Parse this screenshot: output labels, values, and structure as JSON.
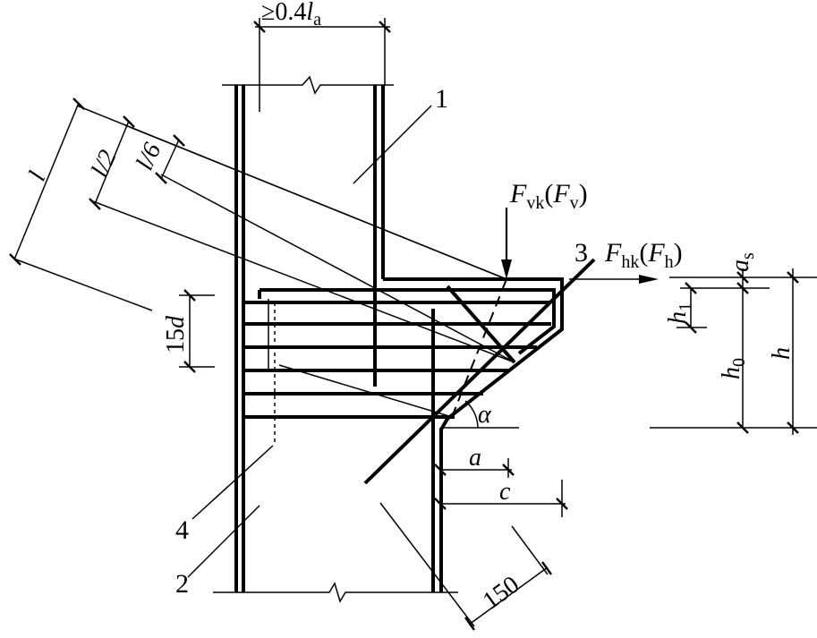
{
  "labels": {
    "callout_1": "1",
    "callout_2": "2",
    "callout_3": "3",
    "callout_4": "4"
  },
  "dimensions": {
    "anchor_prefix": "≥0.4",
    "anchor_var": "l",
    "anchor_sub": "a",
    "l": "l",
    "l_half": "l/2",
    "l_sixth": "l/6",
    "d15_num": "15",
    "d15_var": "d",
    "a": "a",
    "c": "c",
    "s150": "150",
    "h": "h",
    "h0_var": "h",
    "h0_sub": "0",
    "h1_var": "h",
    "h1_sub": "1",
    "as_var": "a",
    "as_sub": "s",
    "alpha": "α"
  },
  "forces": {
    "fv_var": "F",
    "fv_sub": "vk",
    "fv_paren_open": "(",
    "fv_alt_var": "F",
    "fv_alt_sub": "v",
    "fv_paren_close": ")",
    "fh_var": "F",
    "fh_sub": "hk",
    "fh_paren_open": "(",
    "fh_alt_var": "F",
    "fh_alt_sub": "h",
    "fh_paren_close": ")"
  }
}
